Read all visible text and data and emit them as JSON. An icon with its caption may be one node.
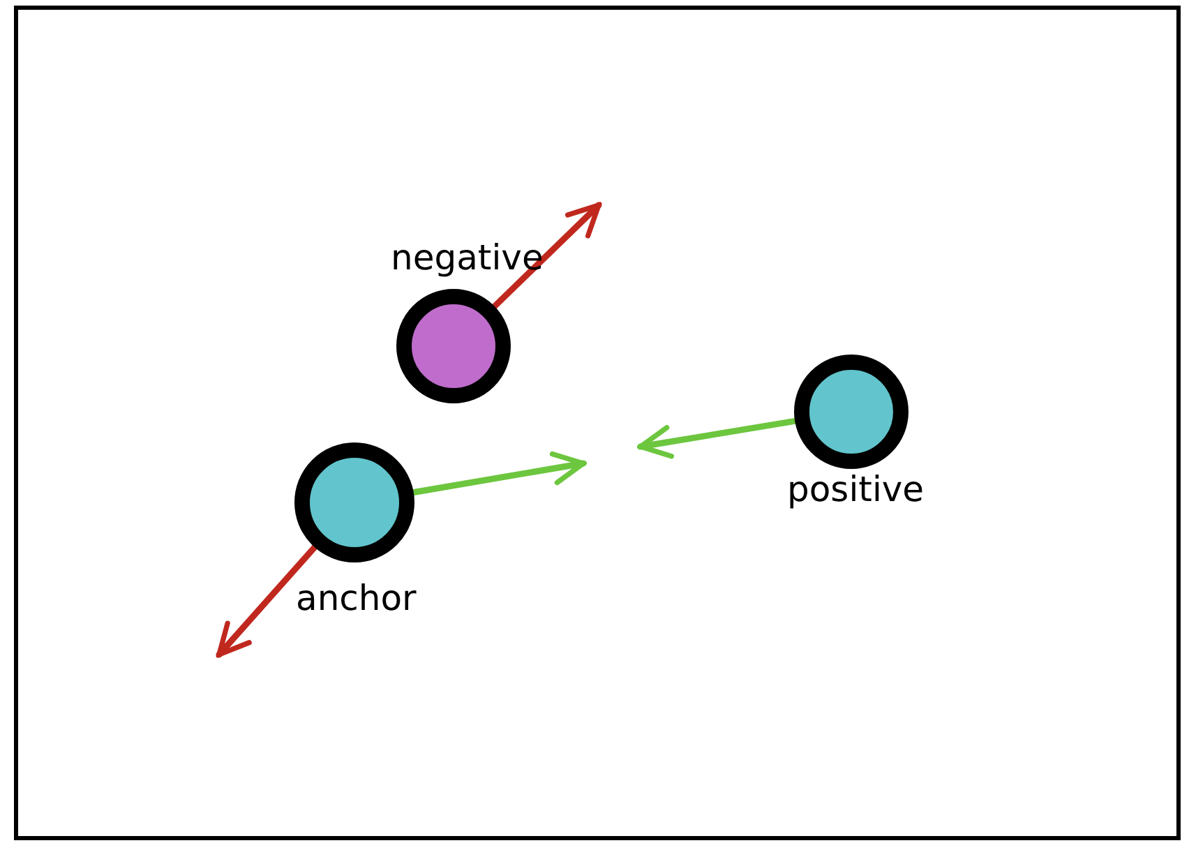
{
  "diagram": {
    "nodes": [
      {
        "text": [
          "negative"
        ]
      },
      {
        "text": [
          "anchor"
        ]
      },
      {
        "text": [
          "positive"
        ]
      }
    ],
    "edges": [
      {
        "from": 0,
        "to": null,
        "arrow": "to",
        "color": "#c0281e"
      },
      {
        "from": 1,
        "to": null,
        "arrow": "to",
        "color": "#6cc63e"
      },
      {
        "from": 2,
        "to": null,
        "arrow": "to",
        "color": "#6cc63e"
      },
      {
        "from": 1,
        "to": null,
        "arrow": "to",
        "color": "#c0281e"
      }
    ]
  }
}
